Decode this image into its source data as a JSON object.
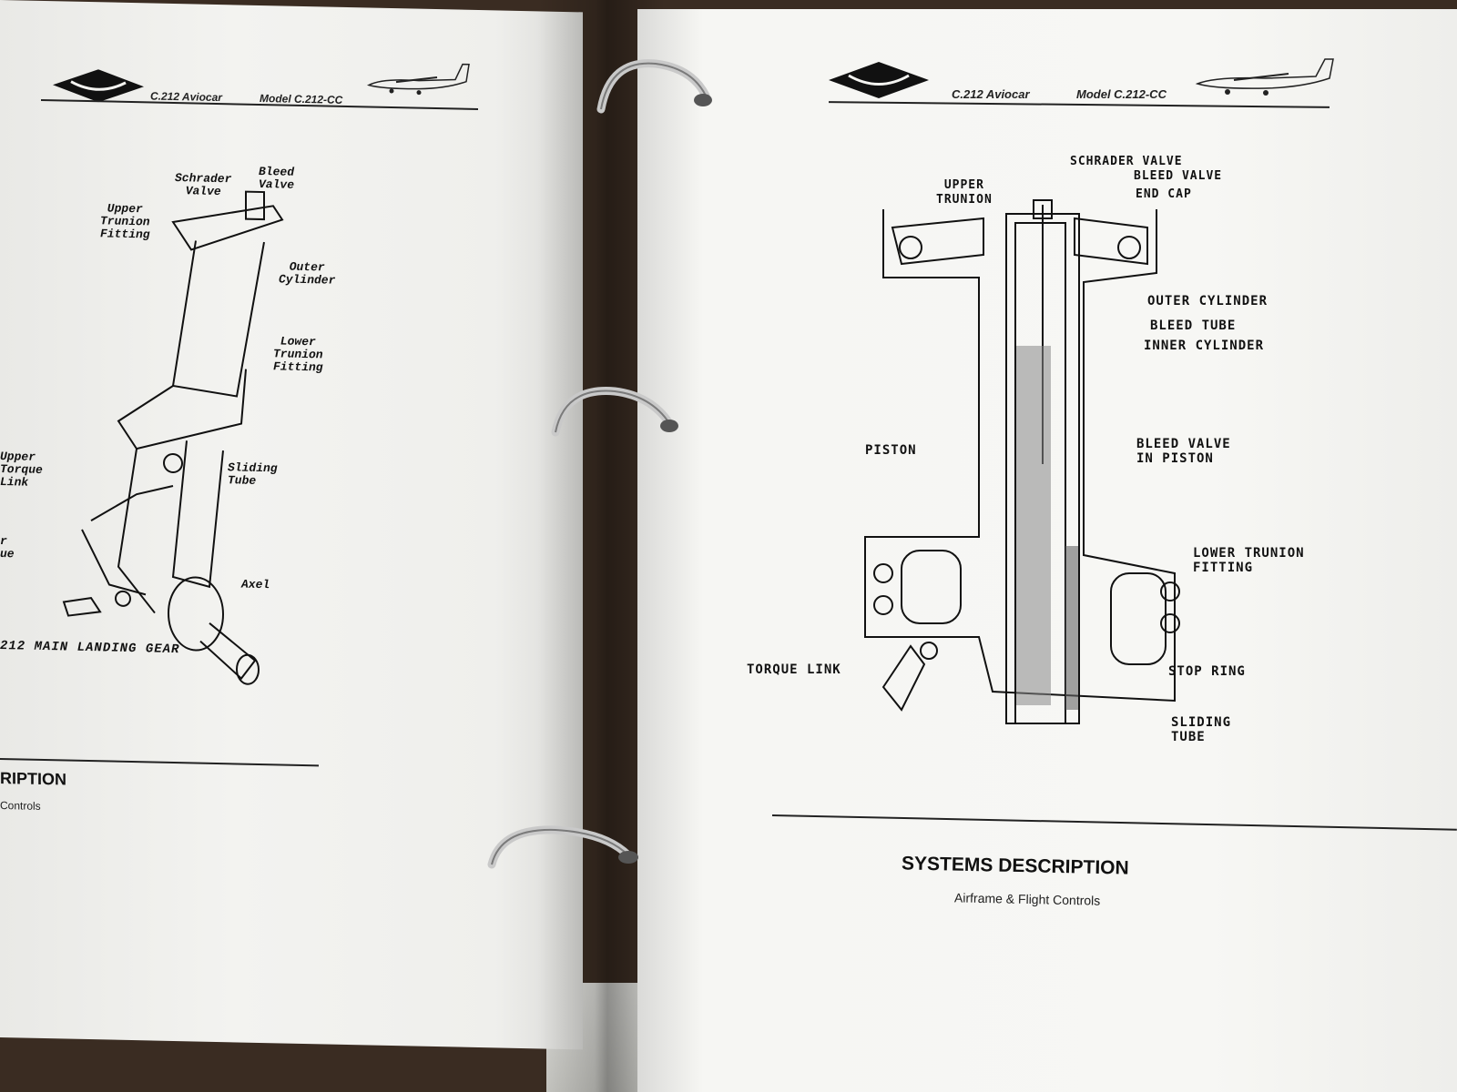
{
  "header": {
    "aircraft": "C.212 Aviocar",
    "model": "Model C.212-CC"
  },
  "left_page": {
    "labels": {
      "schrader_valve": "Schrader\nValve",
      "bleed_valve": "Bleed\nValve",
      "upper_trunion_fitting": "Upper\nTrunion\nFitting",
      "outer_cylinder": "Outer\nCylinder",
      "lower_trunion_fitting": "Lower\nTrunion\nFitting",
      "upper_torque_link": "Upper\nTorque\nLink",
      "sliding_tube": "Sliding\nTube",
      "lower_torque_partial": "r\nue",
      "axel": "Axel"
    },
    "caption": "212 MAIN LANDING GEAR",
    "footer_title": "RIPTION",
    "footer_sub": "Controls"
  },
  "right_page": {
    "labels": {
      "schrader_valve": "SCHRADER VALVE",
      "bleed_valve": "BLEED VALVE",
      "end_cap": "END CAP",
      "upper_trunion": "UPPER\nTRUNION",
      "outer_cylinder": "OUTER CYLINDER",
      "bleed_tube": "BLEED TUBE",
      "inner_cylinder": "INNER CYLINDER",
      "piston": "PISTON",
      "bleed_valve_in_piston": "BLEED VALVE\nIN PISTON",
      "lower_trunion_fitting": "LOWER TRUNION\nFITTING",
      "torque_link": "TORQUE LINK",
      "stop_ring": "STOP RING",
      "sliding_tube": "SLIDING\nTUBE"
    },
    "footer_title": "SYSTEMS DESCRIPTION",
    "footer_sub": "Airframe & Flight Controls"
  },
  "colors": {
    "paper": "#f4f4f1",
    "ink": "#111111",
    "desk": "#3a2c22",
    "ring_metal": "#c9c9c9"
  },
  "icons": [
    "company-logo-icon",
    "aircraft-icon",
    "binder-ring-icon"
  ]
}
